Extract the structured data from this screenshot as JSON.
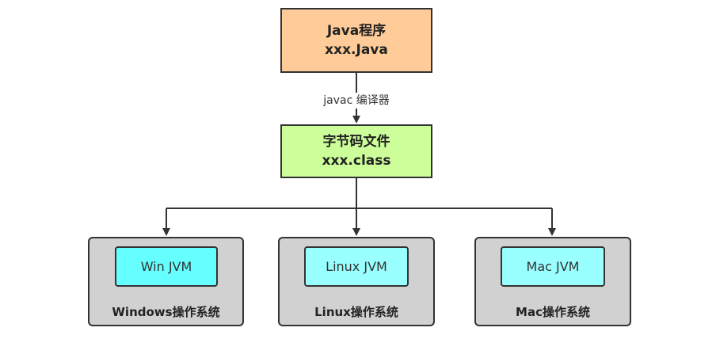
{
  "nodes": {
    "java_program": {
      "line1": "Java程序",
      "line2": "xxx.Java"
    },
    "bytecode_file": {
      "line1": "字节码文件",
      "line2": "xxx.class"
    }
  },
  "edge": {
    "compile_label": "javac 编译器"
  },
  "platforms": [
    {
      "jvm": "Win JVM",
      "os": "Windows操作系统"
    },
    {
      "jvm": "Linux JVM",
      "os": "Linux操作系统"
    },
    {
      "jvm": "Mac JVM",
      "os": "Mac操作系统"
    }
  ],
  "colors": {
    "java_fill": "#ffcc99",
    "bytecode_fill": "#ccff99",
    "os_fill": "#d1d1d1",
    "win_jvm_fill": "#66ffff",
    "jvm_fill": "#99ffff",
    "stroke": "#333333"
  }
}
